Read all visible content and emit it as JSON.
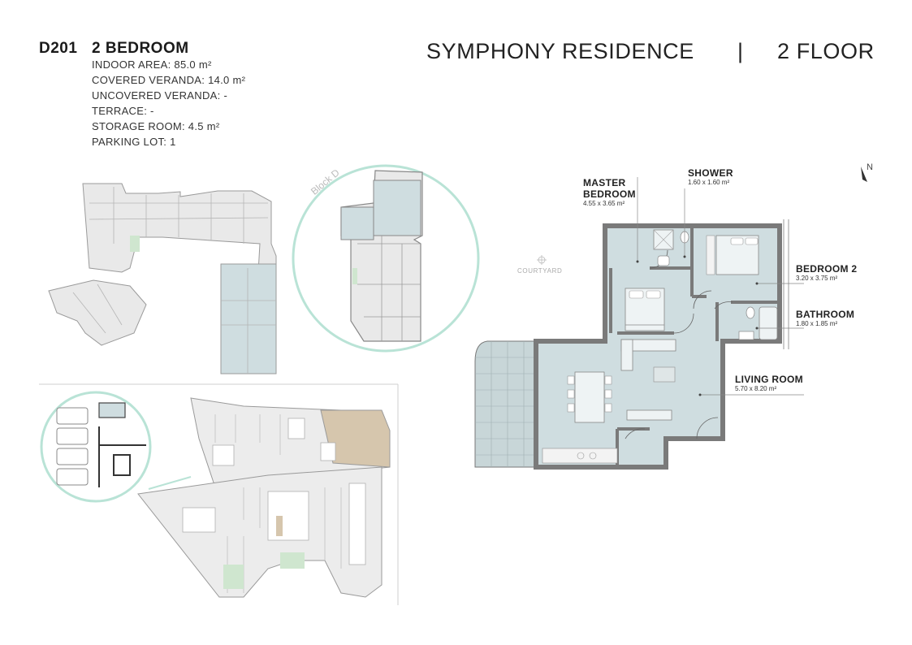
{
  "unit": {
    "code": "D201",
    "type": "2 BEDROOM",
    "specs": [
      "INDOOR AREA: 85.0 m²",
      "COVERED VERANDA: 14.0 m²",
      "UNCOVERED VERANDA: -",
      "TERRACE: -",
      "STORAGE ROOM: 4.5 m²",
      "PARKING LOT: 1"
    ]
  },
  "title": {
    "project": "SYMPHONY RESIDENCE",
    "separator": "|",
    "floor": "2 FLOOR"
  },
  "rooms": {
    "master": {
      "name_line1": "MASTER",
      "name_line2": "BEDROOM",
      "size": "4.55 x 3.65 m²"
    },
    "shower": {
      "name": "SHOWER",
      "size": "1.60 x 1.60 m²"
    },
    "bedroom2": {
      "name": "BEDROOM 2",
      "size": "3.20 x 3.75 m²"
    },
    "bathroom": {
      "name": "BATHROOM",
      "size": "1.80 x 1.85 m²"
    },
    "living": {
      "name": "LIVING ROOM",
      "size": "5.70 x 8.20 m²"
    }
  },
  "labels": {
    "courtyard": "COURTYARD",
    "block": "Block D",
    "compass": "N"
  },
  "colors": {
    "unit_fill": "#cfdde0",
    "plan_fill": "#e9e9e9",
    "highlight_ring": "#b9e3d6",
    "veranda": "#c8d6d8",
    "roof": "#d6c6ad"
  },
  "icons": [
    "north-arrow-icon",
    "courtyard-icon"
  ]
}
